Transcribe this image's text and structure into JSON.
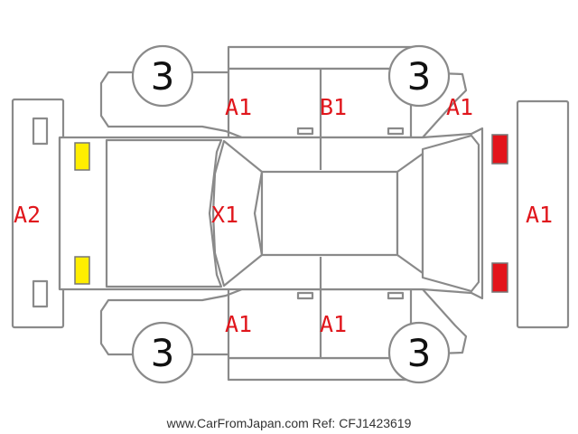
{
  "wheels": {
    "front_top": "3",
    "rear_top": "3",
    "front_bottom": "3",
    "rear_bottom": "3"
  },
  "damage_codes": {
    "top_front_door": "A1",
    "top_rear_door": "B1",
    "top_rear_quarter": "A1",
    "front_bumper": "A2",
    "hood": "X1",
    "rear_bumper": "A1",
    "bottom_front_door": "A1",
    "bottom_rear_door": "A1"
  },
  "footer": {
    "watermark": "www.CarFromJapan.com Ref: CFJ1423619"
  },
  "colors": {
    "code_text": "#e0161c",
    "outline": "#8a8a8a",
    "headlight": "#ffee00",
    "taillight": "#e3141b"
  }
}
